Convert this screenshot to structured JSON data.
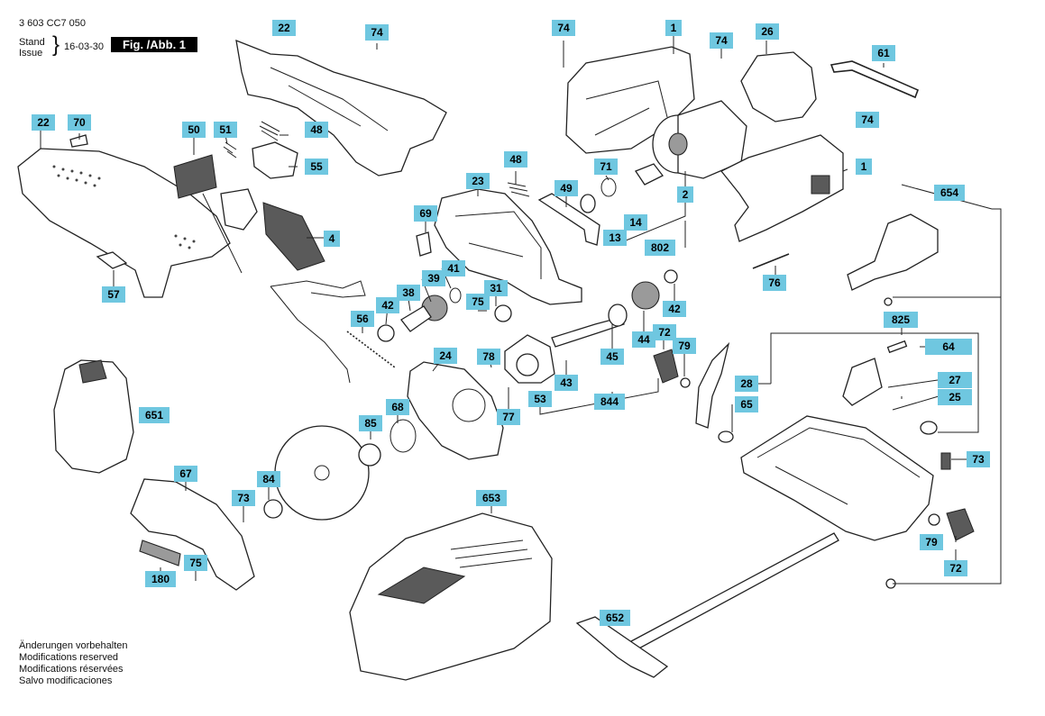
{
  "header": {
    "doc_number": "3 603 CC7 050",
    "stand_label": "Stand",
    "issue_label": "Issue",
    "date": "16-03-30",
    "figure_label": "Fig. /Abb. 1"
  },
  "footer": {
    "lines": [
      "Änderungen vorbehalten",
      "Modifications reserved",
      "Modifications réservées",
      "Salvo modificaciones"
    ]
  },
  "colors": {
    "callout_fill": "#6fc7e0",
    "label_text": "#000000"
  },
  "callouts": [
    {
      "id": "22"
    },
    {
      "id": "74"
    },
    {
      "id": "74"
    },
    {
      "id": "1"
    },
    {
      "id": "74"
    },
    {
      "id": "26"
    },
    {
      "id": "61"
    },
    {
      "id": "22"
    },
    {
      "id": "70"
    },
    {
      "id": "50"
    },
    {
      "id": "51"
    },
    {
      "id": "48"
    },
    {
      "id": "55"
    },
    {
      "id": "74"
    },
    {
      "id": "71"
    },
    {
      "id": "2"
    },
    {
      "id": "1"
    },
    {
      "id": "48"
    },
    {
      "id": "23"
    },
    {
      "id": "49"
    },
    {
      "id": "69"
    },
    {
      "id": "14"
    },
    {
      "id": "13"
    },
    {
      "id": "802"
    },
    {
      "id": "654"
    },
    {
      "id": "4"
    },
    {
      "id": "57"
    },
    {
      "id": "41"
    },
    {
      "id": "39"
    },
    {
      "id": "38"
    },
    {
      "id": "31"
    },
    {
      "id": "42"
    },
    {
      "id": "75"
    },
    {
      "id": "42"
    },
    {
      "id": "76"
    },
    {
      "id": "56"
    },
    {
      "id": "825"
    },
    {
      "id": "72"
    },
    {
      "id": "44"
    },
    {
      "id": "79"
    },
    {
      "id": "64"
    },
    {
      "id": "24"
    },
    {
      "id": "78"
    },
    {
      "id": "45"
    },
    {
      "id": "28"
    },
    {
      "id": "27"
    },
    {
      "id": "43"
    },
    {
      "id": "844"
    },
    {
      "id": "53"
    },
    {
      "id": "65"
    },
    {
      "id": "25"
    },
    {
      "id": "68"
    },
    {
      "id": "77"
    },
    {
      "id": "651"
    },
    {
      "id": "85"
    },
    {
      "id": "73"
    },
    {
      "id": "67"
    },
    {
      "id": "84"
    },
    {
      "id": "73"
    },
    {
      "id": "653"
    },
    {
      "id": "79"
    },
    {
      "id": "72"
    },
    {
      "id": "75"
    },
    {
      "id": "180"
    },
    {
      "id": "652"
    }
  ]
}
